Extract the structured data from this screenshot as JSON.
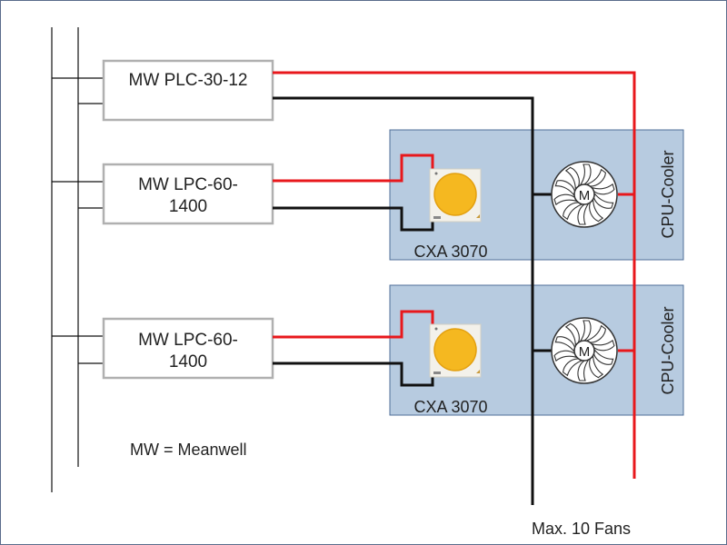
{
  "drivers": [
    {
      "lines": [
        "MW PLC-30-12"
      ]
    },
    {
      "lines": [
        "MW LPC-60-",
        "1400"
      ]
    },
    {
      "lines": [
        "MW LPC-60-",
        "1400"
      ]
    }
  ],
  "modules": [
    {
      "led_label": "CXA 3070",
      "cooler_label": "CPU-Cooler",
      "motor_label": "M"
    },
    {
      "led_label": "CXA 3070",
      "cooler_label": "CPU-Cooler",
      "motor_label": "M"
    }
  ],
  "legend": "MW = Meanwell",
  "footer_note": "Max. 10 Fans",
  "colors": {
    "positive_wire": "#e8181c",
    "negative_wire": "#111111",
    "module_fill": "#b7cbe0",
    "module_border": "#4f6f99",
    "driver_border": "#b0b0b0",
    "led_yellow": "#f5b820"
  }
}
